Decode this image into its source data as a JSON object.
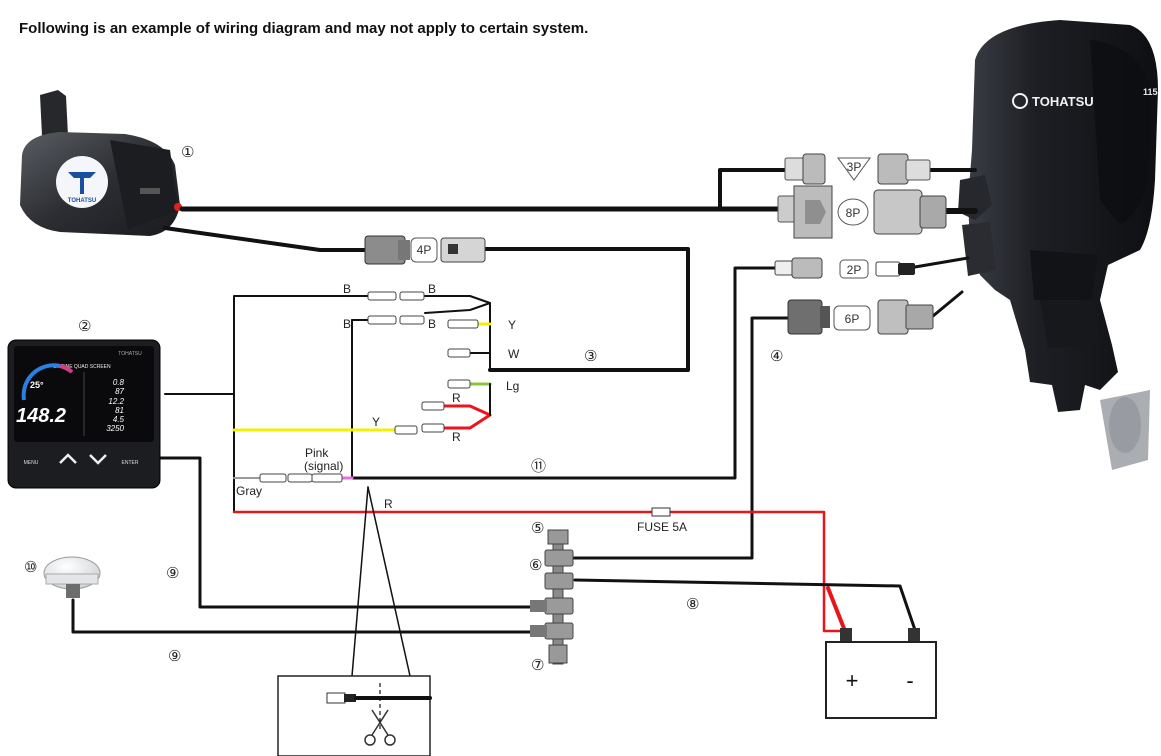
{
  "heading": "Following is an example of wiring diagram and may not apply to certain system.",
  "brand": {
    "engine_logo_text": "TOHATSU",
    "engine_cowl_number": "115",
    "remote_logo_text": "TOHATSU"
  },
  "display": {
    "screen_title": "ENGINE QUAD SCREEN",
    "brand_small": "TOHATSU",
    "temp_reading": "25°",
    "big_reading": "148.2",
    "values": [
      "0.8",
      "87",
      "12.2",
      "81",
      "4.5",
      "3250"
    ],
    "buttons": {
      "menu": "MENU",
      "enter": "ENTER",
      "up": "^",
      "down": "v"
    }
  },
  "component_numbers": {
    "n1": "①",
    "n2": "②",
    "n3": "③",
    "n4": "④",
    "n5": "⑤",
    "n6": "⑥",
    "n7": "⑦",
    "n8": "⑧",
    "n9a": "⑨",
    "n9b": "⑨",
    "n10": "⑩",
    "n11": "⑪"
  },
  "connectors": {
    "p3": "3P",
    "p8": "8P",
    "p4": "4P",
    "p2": "2P",
    "p6": "6P"
  },
  "wire_labels": {
    "b1": "B",
    "b2": "B",
    "b3": "B",
    "b4": "B",
    "y1": "Y",
    "y2": "Y",
    "w": "W",
    "lg": "Lg",
    "r1": "R",
    "r2": "R",
    "r3": "R",
    "pink_line1": "Pink",
    "pink_line2": "(signal)",
    "gray": "Gray",
    "fuse": "FUSE 5A"
  },
  "battery": {
    "plus": "+",
    "minus": "-"
  },
  "colors": {
    "wire_black": "#111111",
    "wire_red": "#e8161b",
    "wire_yellow": "#f2f200",
    "wire_green": "#8ac53e",
    "wire_pink": "#e86ee0",
    "wire_gray": "#9a9a9a",
    "engine_body": "#1b1d22",
    "screen_bg": "#0a0a0c"
  },
  "icons": [
    "scissors-icon",
    "up-arrow-icon",
    "down-arrow-icon"
  ]
}
